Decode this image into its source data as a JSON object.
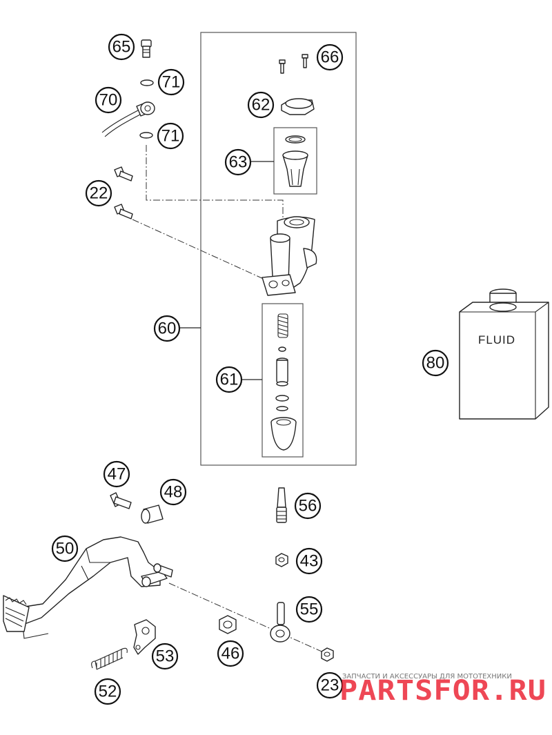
{
  "callouts": {
    "c65": "65",
    "c66": "66",
    "c71a": "71",
    "c70": "70",
    "c62": "62",
    "c71b": "71",
    "c63": "63",
    "c22": "22",
    "c60": "60",
    "c80": "80",
    "c61": "61",
    "c47": "47",
    "c48": "48",
    "c56": "56",
    "c50": "50",
    "c43": "43",
    "c55": "55",
    "c46": "46",
    "c53": "53",
    "c23": "23",
    "c52": "52"
  },
  "fluid_label": "FLUID",
  "watermark": {
    "tagline": "ЗАПЧАСТИ И АКСЕССУАРЫ ДЛЯ МОТОТЕХНИКИ",
    "brand": "PARTSFOR.RU",
    "color": "#ea1f2f"
  }
}
